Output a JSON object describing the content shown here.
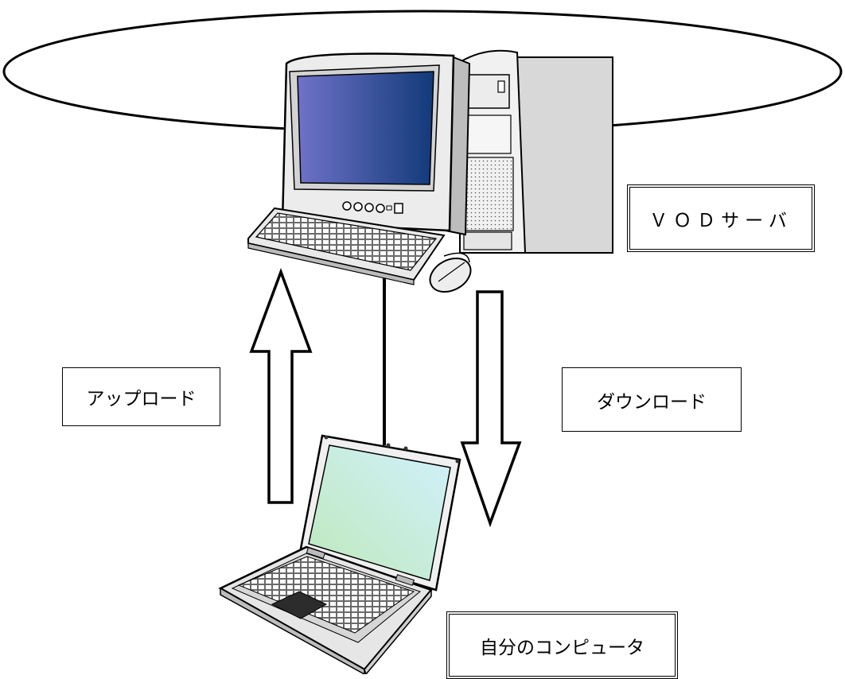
{
  "labels": {
    "server": "ＶＯＤサーバ",
    "upload": "アップロード",
    "download": "ダウンロード",
    "client": "自分のコンピュータ"
  },
  "colors": {
    "line": "#000000",
    "server_screen_left": "#6f72c9",
    "server_screen_right": "#123a79",
    "laptop_screen_a": "#bde9bb",
    "laptop_screen_b": "#cdeefc",
    "case": "#f2f2f2",
    "case_shadow": "#cfcfcf"
  }
}
